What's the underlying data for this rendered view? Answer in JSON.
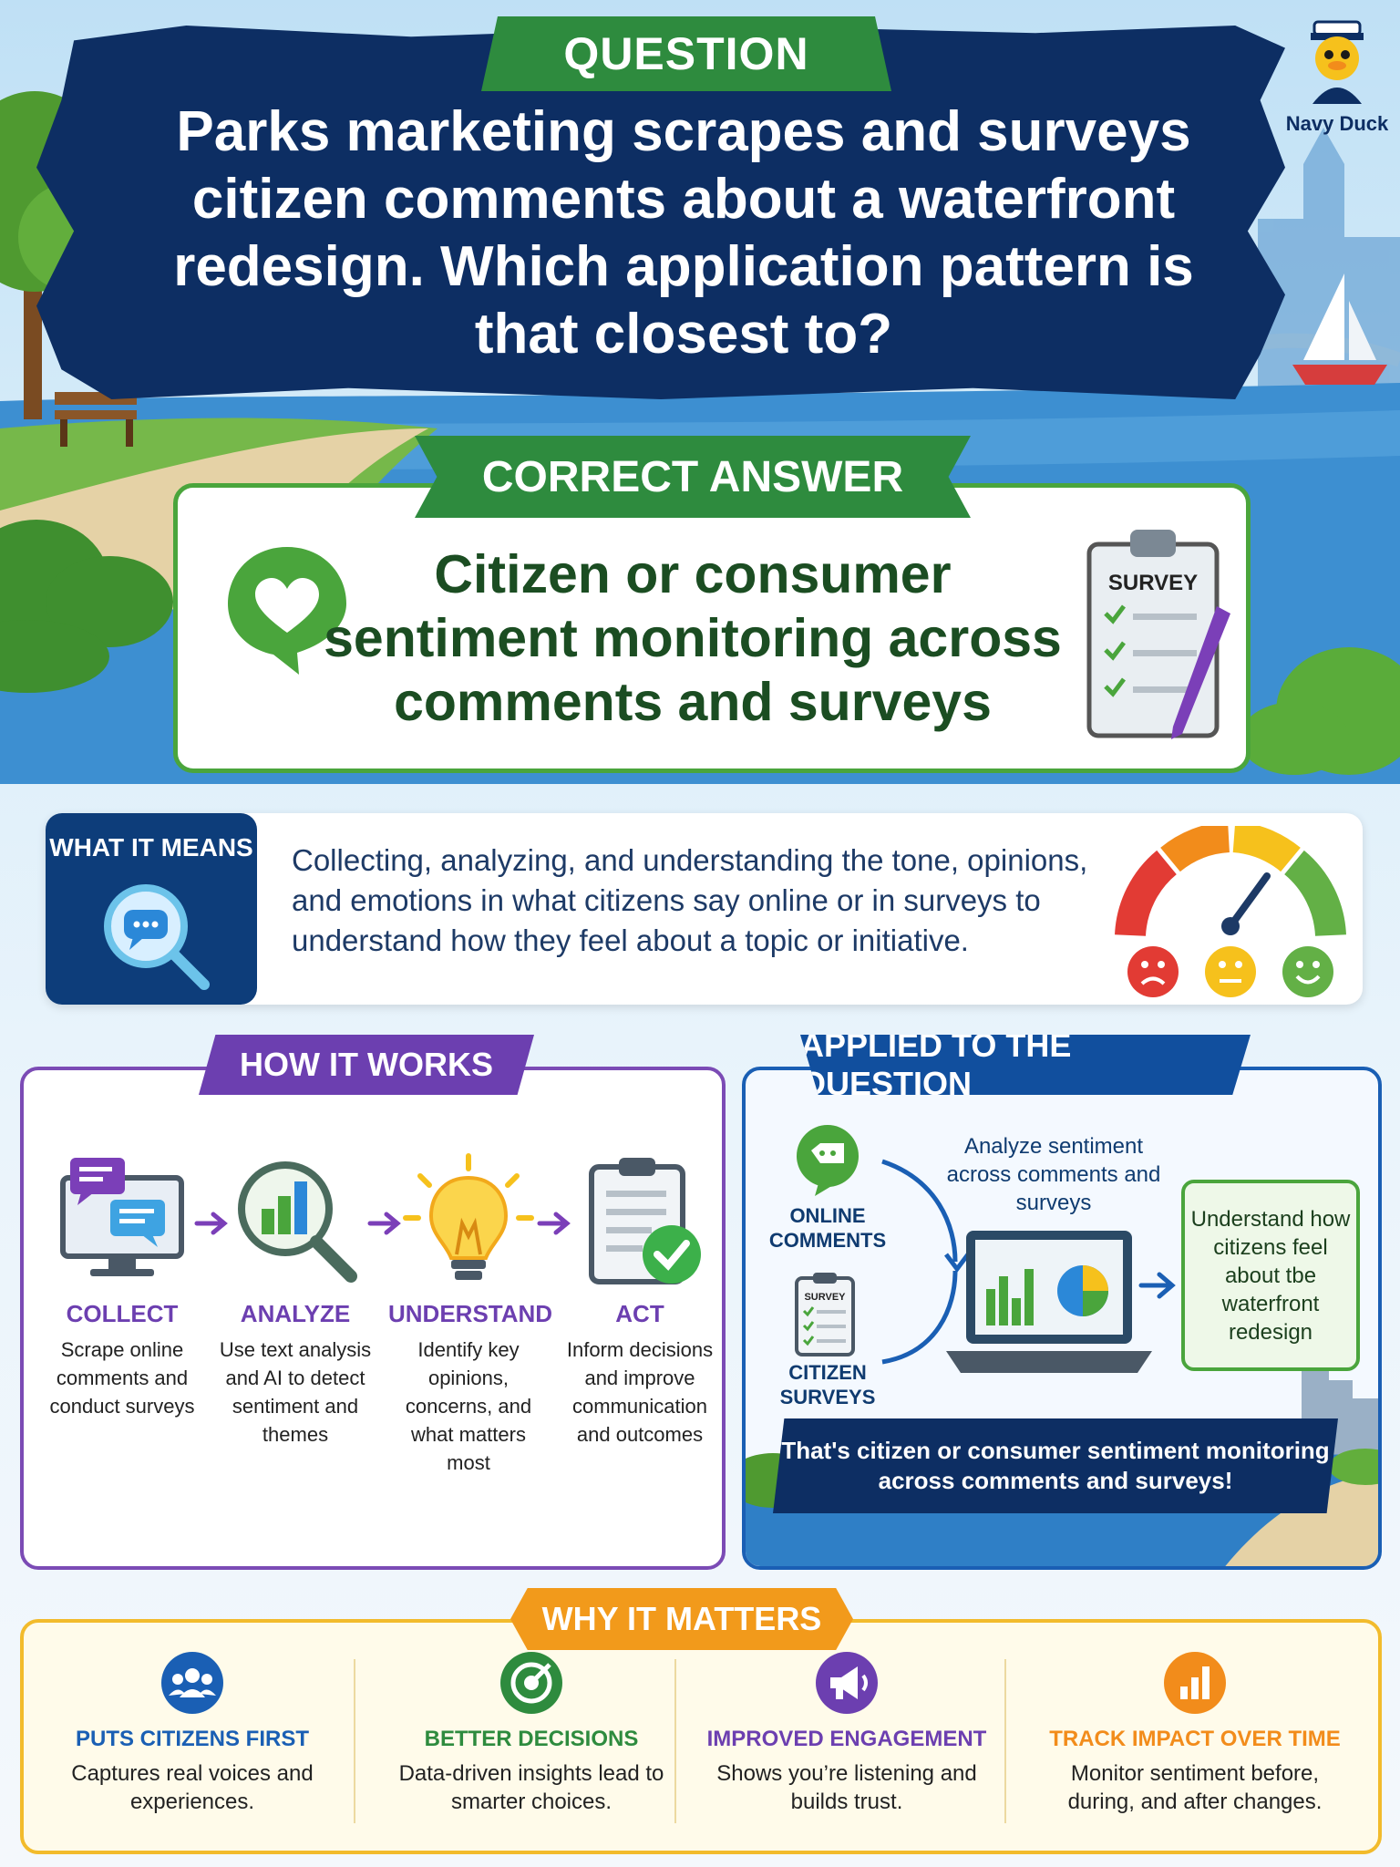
{
  "question": {
    "tag": "QUESTION",
    "text": "Parks marketing scrapes and surveys citizen comments about a waterfront redesign. Which application pattern is that closest to?"
  },
  "logo": {
    "label": "Navy Duck"
  },
  "answer": {
    "tag": "CORRECT ANSWER",
    "text": "Citizen or consumer sentiment monitoring across comments and surveys",
    "survey_label": "SURVEY"
  },
  "means": {
    "title": "WHAT IT MEANS",
    "text": "Collecting, analyzing, and understanding the tone, opinions, and emotions in what citizens say online or in surveys to understand how they feel about a topic or initiative."
  },
  "works": {
    "tag": "HOW IT WORKS",
    "steps": [
      {
        "title": "COLLECT",
        "desc": "Scrape online comments and conduct surveys"
      },
      {
        "title": "ANALYZE",
        "desc": "Use text analysis and AI to detect sentiment and themes"
      },
      {
        "title": "UNDERSTAND",
        "desc": "Identify key opinions, concerns, and what matters most"
      },
      {
        "title": "ACT",
        "desc": "Inform decisions and improve communication and outcomes"
      }
    ]
  },
  "applied": {
    "tag": "APPLIED TO THE QUESTION",
    "online_comments": "ONLINE COMMENTS",
    "citizen_surveys": "CITIZEN SURVEYS",
    "survey_label": "SURVEY",
    "analyze": "Analyze sentiment across comments and surveys",
    "outcome": "Understand how citizens feel about tbe waterfront redesign",
    "footer": "That's citizen or consumer sentiment monitoring across comments and surveys!"
  },
  "why": {
    "tag": "WHY IT MATTERS",
    "items": [
      {
        "title": "PUTS CITIZENS FIRST",
        "desc": "Captures real voices and experiences.",
        "color": "#1a5fb4"
      },
      {
        "title": "BETTER DECISIONS",
        "desc": "Data-driven insights lead to smarter choices.",
        "color": "#2e8b3e"
      },
      {
        "title": "IMPROVED ENGAGEMENT",
        "desc": "Shows you’re listening and builds trust.",
        "color": "#6c3fb0"
      },
      {
        "title": "TRACK IMPACT OVER TIME",
        "desc": "Monitor sentiment before, during, and after changes.",
        "color": "#f28c1b"
      }
    ]
  },
  "colors": {
    "navy": "#0d2e63",
    "green": "#2e8b3e",
    "purple": "#6c3fb0",
    "blue": "#114f9e",
    "orange": "#f29a1b"
  }
}
